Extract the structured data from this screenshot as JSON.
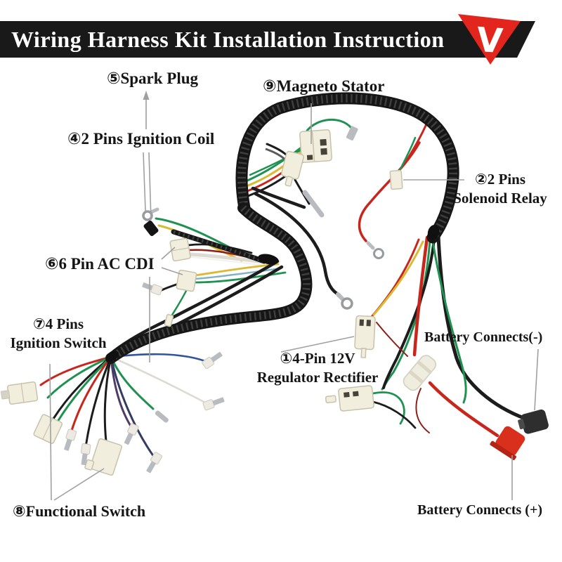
{
  "banner": {
    "title": "Wiring Harness Kit Installation Instruction",
    "logo_letter": "V"
  },
  "labels": {
    "spark_plug": "⑤Spark Plug",
    "magneto_stator": "⑨Magneto Stator",
    "ignition_coil": "④2 Pins Ignition Coil",
    "solenoid_relay_1": "②2 Pins",
    "solenoid_relay_2": "Solenoid Relay",
    "ac_cdi": "⑥6 Pin AC CDI",
    "ignition_switch_1": "⑦4 Pins",
    "ignition_switch_2": "Ignition Switch",
    "regulator_1": "①4-Pin 12V",
    "regulator_2": "Regulator Rectifier",
    "functional_switch": "⑧Functional Switch",
    "battery_negative": "Battery Connects(-)",
    "battery_positive": "Battery Connects (+)"
  },
  "colors": {
    "banner_bg": "#191919",
    "logo_red": "#e2261d",
    "label_color": "#151515",
    "callout_gray": "#a0a0a0",
    "loom": "#161616",
    "wire_red": "#c8261c",
    "wire_green": "#1f9150",
    "wire_yellow": "#d9ba32",
    "wire_blue": "#2f54a0",
    "wire_darkblue": "#343c63",
    "wire_white": "#dedad2",
    "wire_black": "#1c1c1c",
    "wire_purple": "#4e3b66",
    "connector": "#f2eede",
    "connector_border": "#c8c2ab",
    "metal": "#b8bcc0",
    "battery_red": "#d8301c",
    "battery_black": "#2e2e2e"
  }
}
